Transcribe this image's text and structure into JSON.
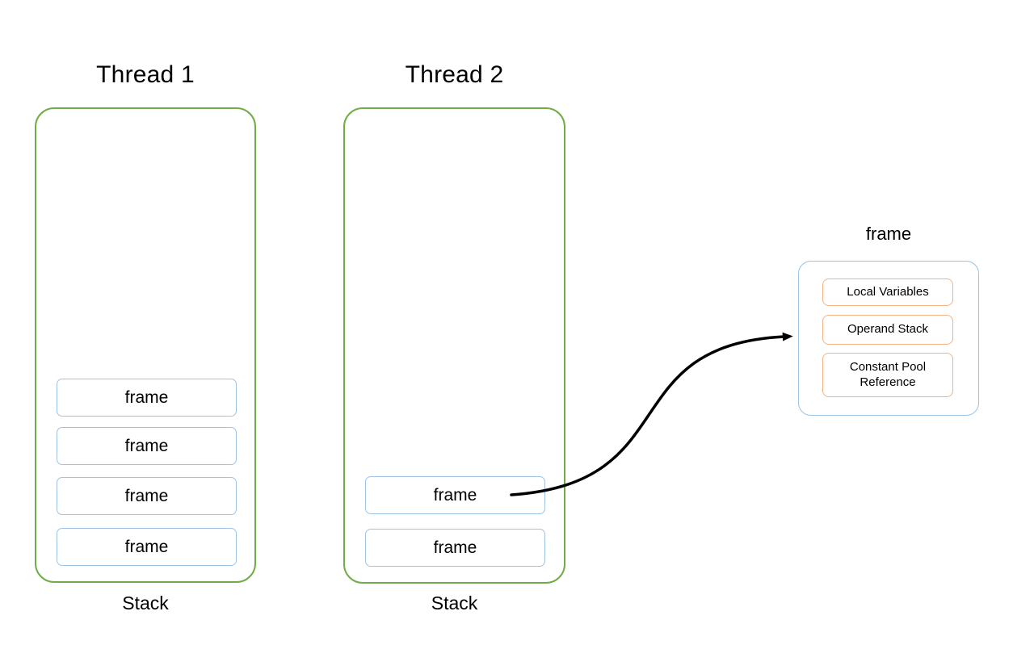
{
  "diagram": {
    "threads": [
      {
        "title": "Thread 1",
        "stack_label": "Stack",
        "frames": [
          "frame",
          "frame",
          "frame",
          "frame"
        ]
      },
      {
        "title": "Thread 2",
        "stack_label": "Stack",
        "frames": [
          "frame",
          "frame"
        ]
      }
    ],
    "frame_detail": {
      "title": "frame",
      "components": [
        "Local Variables",
        "Operand Stack",
        "Constant Pool Reference"
      ]
    },
    "colors": {
      "stack_border": "#70AD47",
      "frame_border": "#9DC3E6",
      "component_border": "#F4B183",
      "arrow": "#000000",
      "text": "#000000",
      "background": "#FFFFFF"
    }
  }
}
